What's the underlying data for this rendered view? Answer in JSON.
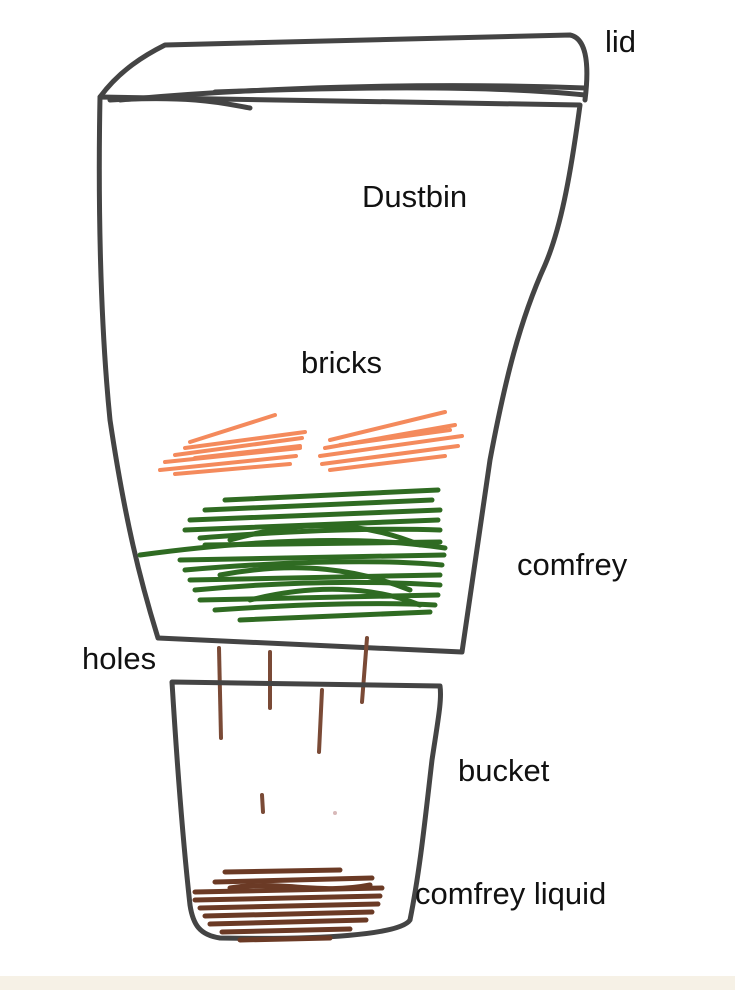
{
  "labels": {
    "lid": "lid",
    "dustbin": "Dustbin",
    "bricks": "bricks",
    "comfrey": "comfrey",
    "holes": "holes",
    "bucket": "bucket",
    "comfrey_liquid": "comfrey liquid"
  },
  "colors": {
    "outline": "#444444",
    "bricks": "#f48a5c",
    "comfrey": "#2f6b22",
    "holes": "#7a4a36",
    "liquid": "#6b3a25",
    "text": "#111111"
  },
  "icons": {
    "dustbin": "dustbin-outline",
    "bucket": "bucket-outline"
  }
}
